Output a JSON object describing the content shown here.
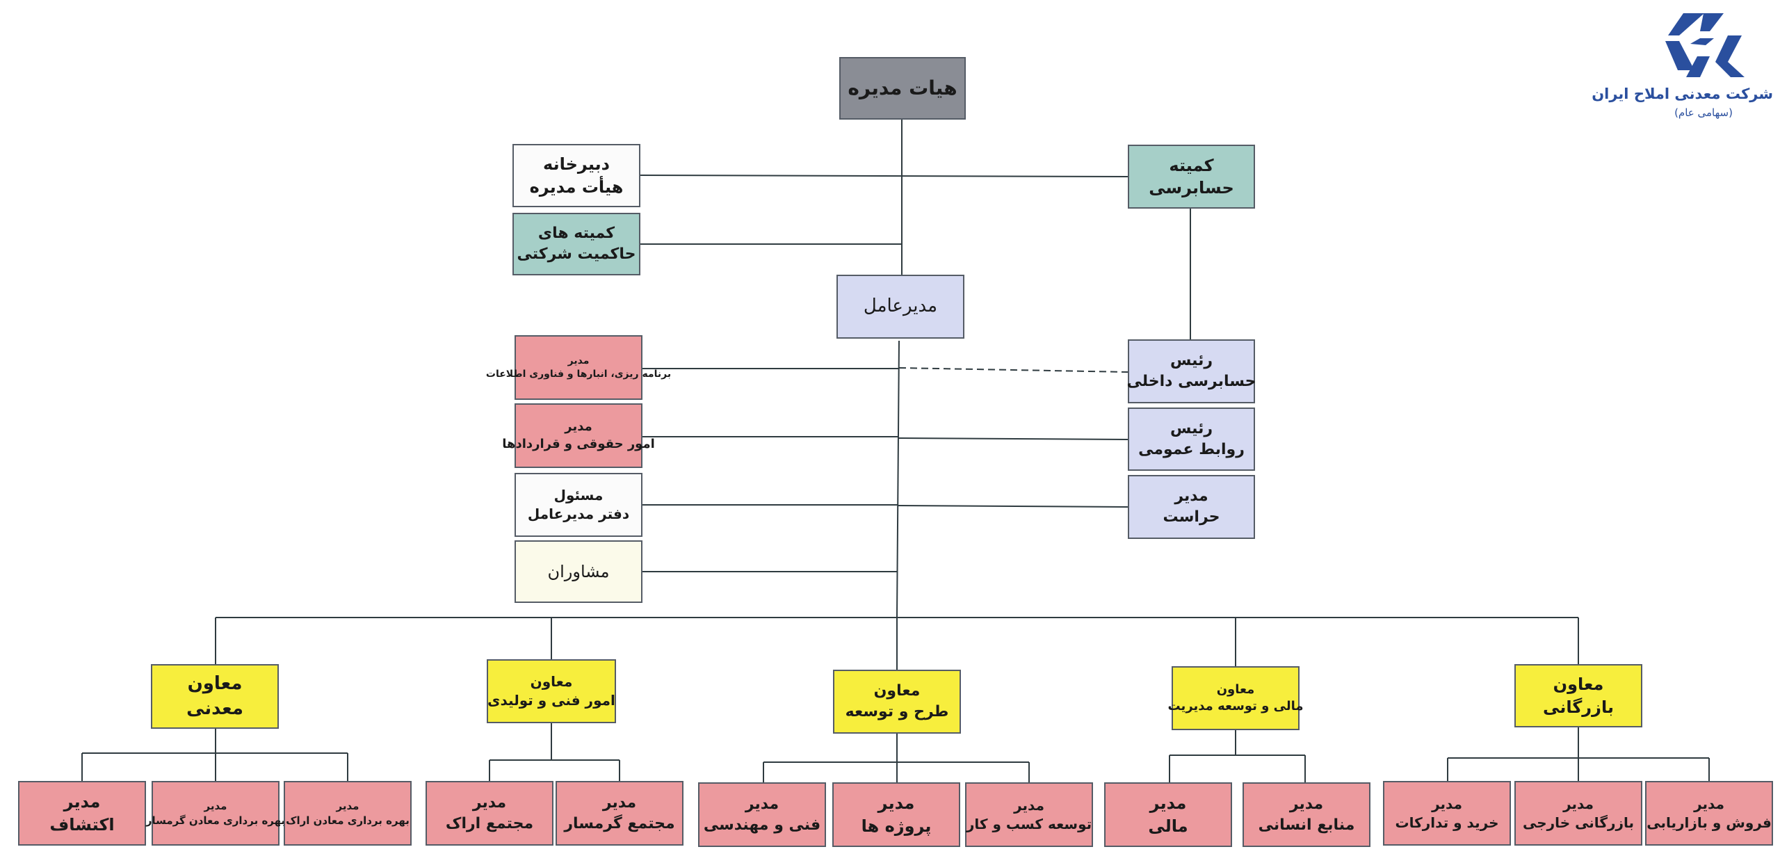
{
  "company": {
    "name": "شرکت معدنی املاح ایران",
    "type": "(سهامی عام)",
    "logo_icon": "triangle-chain-logo-icon",
    "brand_color": "#2a4f9e"
  },
  "colors": {
    "board": "#8a8d95",
    "committee": "#a6cfc8",
    "staff": "#d6daf2",
    "manager": "#ec9a9e",
    "deputy": "#f7ee3d"
  },
  "nodes": {
    "board": {
      "l1": "هیات مدیره"
    },
    "board_secretariat": {
      "l1": "دبیرخانه",
      "l2": "هیأت مدیره"
    },
    "governance": {
      "l1": "کمیته های",
      "l2": "حاکمیت شرکتی"
    },
    "audit_committee": {
      "l1": "کمیته",
      "l2": "حسابرسی"
    },
    "ceo": {
      "l1": "مدیرعامل"
    },
    "it_manager": {
      "l1": "مدیر",
      "l2": "برنامه ریزی، انبارها و فناوری اطلاعات"
    },
    "legal_manager": {
      "l1": "مدیر",
      "l2": "امور حقوقی و قراردادها"
    },
    "ceo_office": {
      "l1": "مسئول",
      "l2": "دفتر مدیرعامل"
    },
    "advisors": {
      "l1": "مشاوران"
    },
    "internal_audit": {
      "l1": "رئیس",
      "l2": "حسابرسی داخلی"
    },
    "public_relations": {
      "l1": "رئیس",
      "l2": "روابط عمومی"
    },
    "security": {
      "l1": "مدیر",
      "l2": "حراست"
    }
  },
  "deputies": [
    {
      "l1": "معاون",
      "l2": "معدنی"
    },
    {
      "l1": "معاون",
      "l2": "امور فنی و تولیدی"
    },
    {
      "l1": "معاون",
      "l2": "طرح و توسعه"
    },
    {
      "l1": "معاون",
      "l2": "مالی و توسعه مدیریت"
    },
    {
      "l1": "معاون",
      "l2": "بازرگانی"
    }
  ],
  "managers": [
    {
      "l1": "مدیر",
      "l2": "اکتشاف"
    },
    {
      "l1": "مدیر",
      "l2": "بهره برداری معادن گرمسار"
    },
    {
      "l1": "مدیر",
      "l2": "بهره برداری معادن اراک"
    },
    {
      "l1": "مدیر",
      "l2": "مجتمع اراک"
    },
    {
      "l1": "مدیر",
      "l2": "مجتمع گرمسار"
    },
    {
      "l1": "مدیر",
      "l2": "فنی و مهندسی"
    },
    {
      "l1": "مدیر",
      "l2": "پروژه ها"
    },
    {
      "l1": "مدیر",
      "l2": "توسعه کسب و کار"
    },
    {
      "l1": "مدیر",
      "l2": "مالی"
    },
    {
      "l1": "مدیر",
      "l2": "منابع انسانی"
    },
    {
      "l1": "مدیر",
      "l2": "خرید و تدارکات"
    },
    {
      "l1": "مدیر",
      "l2": "بازرگانی خارجی"
    },
    {
      "l1": "مدیر",
      "l2": "فروش و بازاریابی"
    }
  ]
}
